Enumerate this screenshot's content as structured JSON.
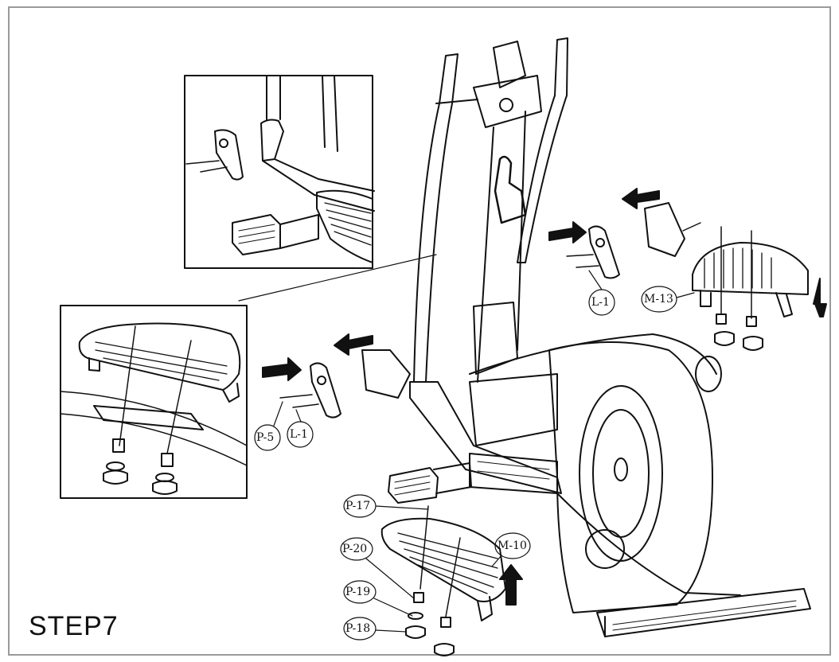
{
  "step_label": "STEP7",
  "part_labels": {
    "p5": "P-5",
    "l1_left": "L-1",
    "l1_right": "L-1",
    "m13": "M-13",
    "p17": "P-17",
    "p20": "P-20",
    "p19": "P-19",
    "p18": "P-18",
    "m10": "M-10"
  }
}
